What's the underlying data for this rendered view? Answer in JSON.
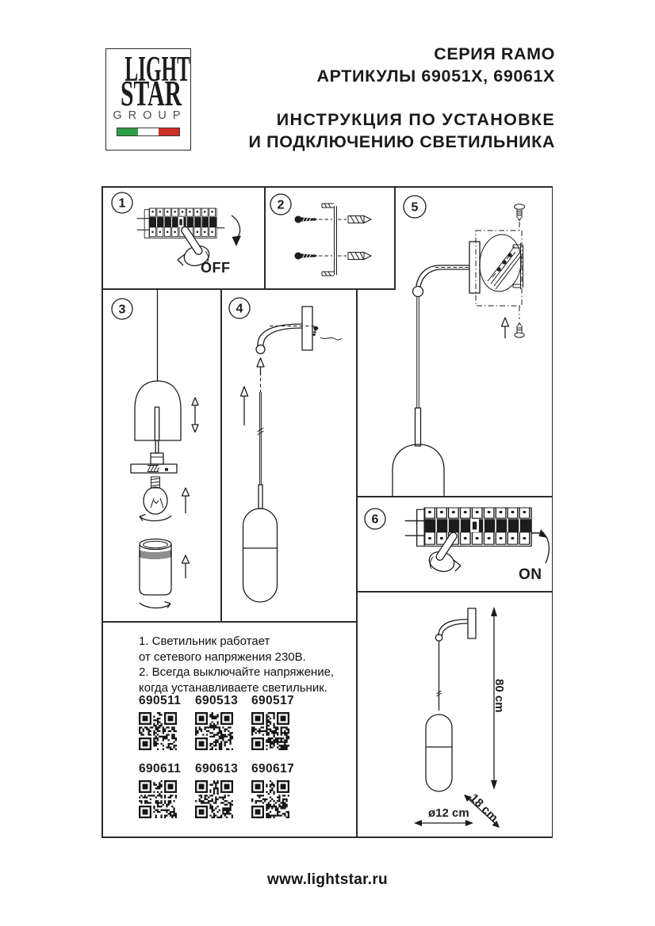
{
  "logo": {
    "word1": "LIGHT",
    "word2": "STAR",
    "word3": "GROUP",
    "flag": {
      "green": "#2f9e45",
      "white": "#ffffff",
      "red": "#cd2e26"
    }
  },
  "header": {
    "series": "СЕРИЯ RAMO",
    "articles": "АРТИКУЛЫ 69051X, 69061X",
    "title_line1": "ИНСТРУКЦИЯ ПО УСТАНОВКЕ",
    "title_line2": "И ПОДКЛЮЧЕНИЮ СВЕТИЛЬНИКА"
  },
  "steps": {
    "one": "1",
    "two": "2",
    "three": "3",
    "four": "4",
    "five": "5",
    "six": "6"
  },
  "labels": {
    "off": "OFF",
    "on": "ON"
  },
  "notes": {
    "line1": "1. Светильник работает",
    "line2": "от сетевого напряжения 230В.",
    "line3": "2. Всегда выключайте напряжение,",
    "line4": "когда устанавливаете светильник."
  },
  "qr": {
    "row1": [
      "690511",
      "690513",
      "690517"
    ],
    "row2": [
      "690611",
      "690613",
      "690617"
    ]
  },
  "dimensions": {
    "height": "80 cm",
    "depth": "18 cm",
    "diameter": "ø12 cm"
  },
  "footer": {
    "url": "www.lightstar.ru"
  },
  "ink_color": "#1c1c1c"
}
